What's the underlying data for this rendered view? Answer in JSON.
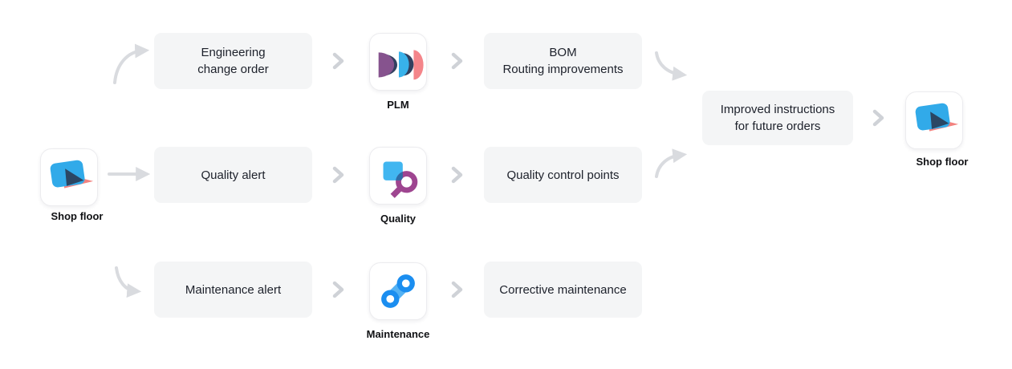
{
  "nodes": {
    "shop_floor_left": {
      "label": "Shop floor"
    },
    "engineering_change_order": {
      "line1": "Engineering",
      "line2": "change order"
    },
    "plm": {
      "label": "PLM"
    },
    "bom_routing": {
      "line1": "BOM",
      "line2": "Routing improvements"
    },
    "quality_alert": {
      "label": "Quality alert"
    },
    "quality": {
      "label": "Quality"
    },
    "quality_control_points": {
      "label": "Quality control points"
    },
    "maintenance_alert": {
      "label": "Maintenance alert"
    },
    "maintenance": {
      "label": "Maintenance"
    },
    "corrective_maintenance": {
      "label": "Corrective maintenance"
    },
    "improved_instructions": {
      "line1": "Improved instructions",
      "line2": "for future orders"
    },
    "shop_floor_right": {
      "label": "Shop floor"
    }
  },
  "icons": {
    "shop_floor": "shop-floor-icon",
    "plm": "plm-icon",
    "quality": "quality-icon",
    "maintenance": "maintenance-icon",
    "flow": [
      "curved-arrow-up-icon",
      "straight-arrow-icon",
      "curved-arrow-down-icon",
      "chevron-right-icon"
    ]
  },
  "colors": {
    "box_bg": "#f4f5f6",
    "box_text": "#1d212b",
    "label_text": "#101114",
    "arrow": "#d9dbdf",
    "chevron": "#cfd2d7",
    "card_border": "#ececef",
    "plm_purple": "#86538e",
    "plm_blue": "#38b2ea",
    "plm_pink": "#f4858a",
    "plm_navy": "#31405f",
    "quality_blue": "#41b6f0",
    "quality_purple": "#9e4590",
    "quality_overlap": "#2e6da7",
    "maintenance_blue": "#1b8ef0",
    "maintenance_light": "#55b2f3",
    "shopfloor_blue": "#31aae9",
    "shopfloor_red": "#f2827f",
    "shopfloor_navy": "#2b4663"
  }
}
